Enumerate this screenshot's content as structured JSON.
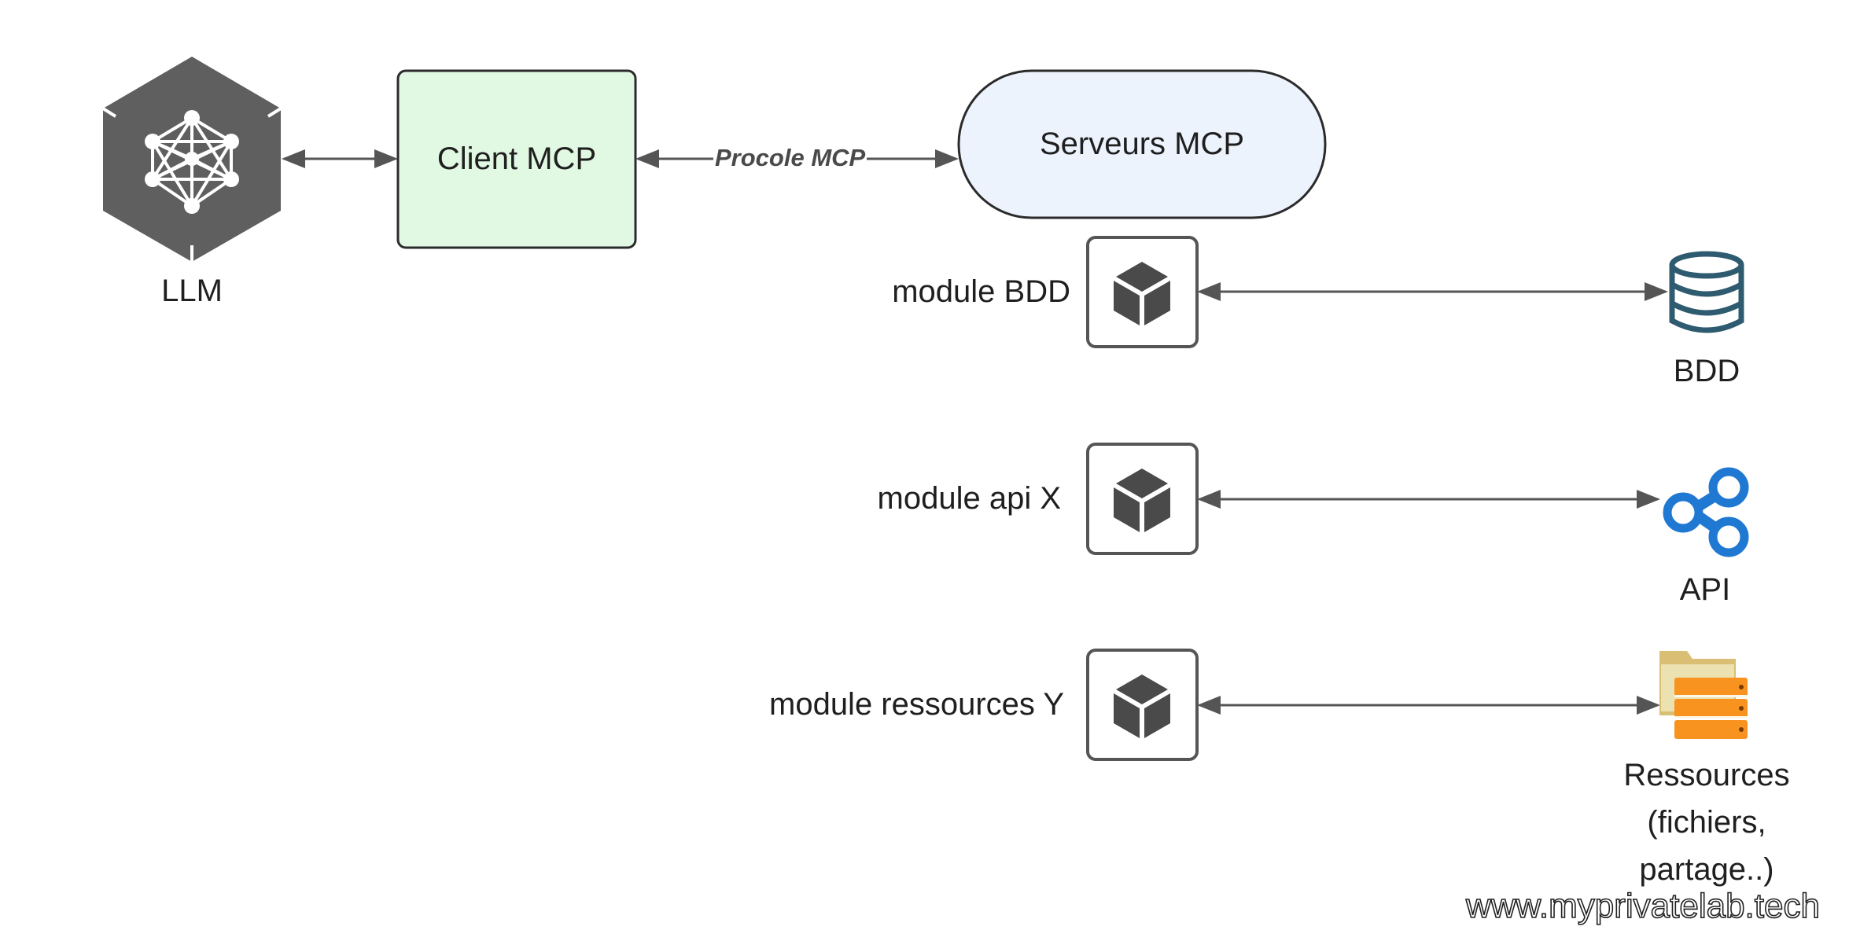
{
  "nodes": {
    "llm": {
      "label": "LLM",
      "icon": "neural-network-cube-icon",
      "color": "#5a5a5a"
    },
    "client": {
      "label": "Client MCP",
      "fill": "#e1f8e3"
    },
    "server": {
      "label": "Serveurs MCP",
      "fill": "#edf3fd"
    }
  },
  "edges": {
    "protocol_label": "Procole MCP"
  },
  "modules": [
    {
      "label": "module BDD",
      "icon": "cube-icon"
    },
    {
      "label": "module api X",
      "icon": "cube-icon"
    },
    {
      "label": "module ressources Y",
      "icon": "cube-icon"
    }
  ],
  "targets": [
    {
      "label": "BDD",
      "icon": "database-icon",
      "color": "#2e5b6f"
    },
    {
      "label": "API",
      "icon": "share-network-icon",
      "color": "#1f78d1"
    },
    {
      "label_lines": [
        "Ressources",
        "(fichiers,",
        "partage..)"
      ],
      "icon": "folder-server-icon",
      "color": "#f7931e"
    }
  ],
  "watermark": "www.myprivatelab.tech"
}
